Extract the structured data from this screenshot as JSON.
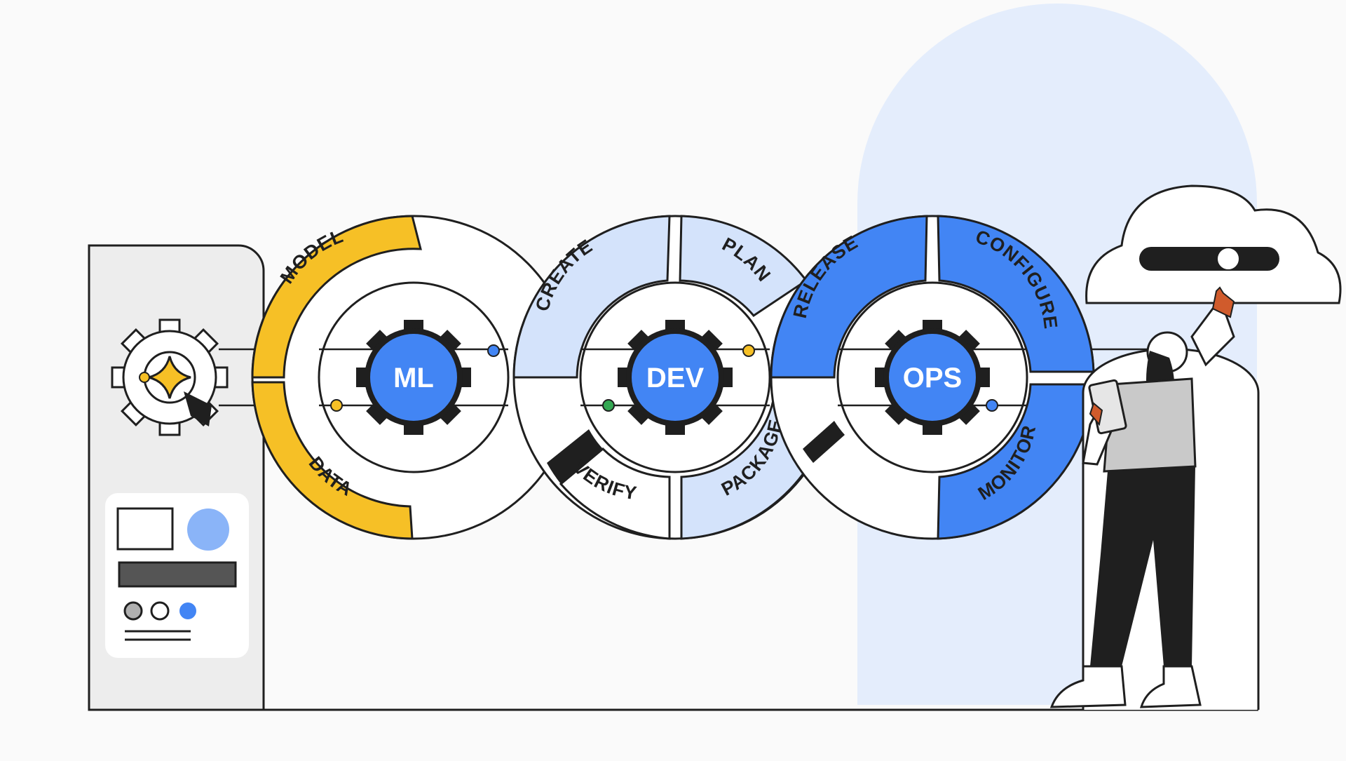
{
  "colors": {
    "ml_accent": "#F6C026",
    "blue": "#4285F4",
    "light_blue": "#D4E3FB",
    "backdrop": "#E4EDFC",
    "outline": "#1f1f1f",
    "panel": "#EDEDED"
  },
  "loops": [
    {
      "hub": "ML",
      "segments": [
        {
          "label": "MODEL"
        },
        {
          "label": "DATA"
        }
      ]
    },
    {
      "hub": "DEV",
      "segments": [
        {
          "label": "CREATE"
        },
        {
          "label": "PLAN"
        },
        {
          "label": "VERIFY"
        },
        {
          "label": "PACKAGE"
        }
      ]
    },
    {
      "hub": "OPS",
      "segments": [
        {
          "label": "RELEASE"
        },
        {
          "label": "CONFIGURE"
        },
        {
          "label": "MONITOR"
        }
      ]
    }
  ],
  "icons": {
    "left_gear": "gear-sparkle-icon",
    "cloud": "cloud-toggle-icon",
    "person": "person-figure"
  }
}
